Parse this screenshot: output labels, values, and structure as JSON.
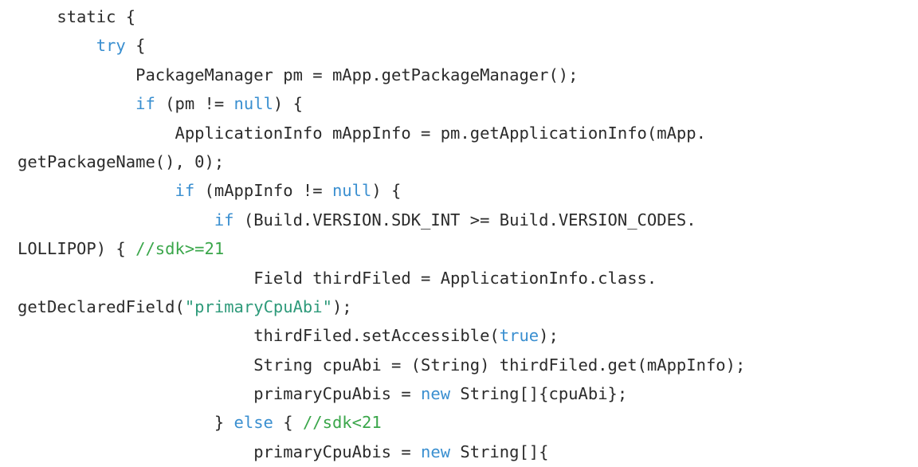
{
  "colors": {
    "text": "#2b2b2b",
    "keyword": "#3a8fd0",
    "string": "#2e9a7a",
    "comment": "#3aa64a",
    "background": "#ffffff"
  },
  "code_lines": [
    [
      {
        "t": "pl",
        "s": "    static {"
      }
    ],
    [
      {
        "t": "pl",
        "s": "        "
      },
      {
        "t": "kw",
        "s": "try"
      },
      {
        "t": "pl",
        "s": " {"
      }
    ],
    [
      {
        "t": "pl",
        "s": "            PackageManager pm = mApp.getPackageManager();"
      }
    ],
    [
      {
        "t": "pl",
        "s": "            "
      },
      {
        "t": "kw",
        "s": "if"
      },
      {
        "t": "pl",
        "s": " (pm != "
      },
      {
        "t": "kw",
        "s": "null"
      },
      {
        "t": "pl",
        "s": ") {"
      }
    ],
    [
      {
        "t": "pl",
        "s": "                ApplicationInfo mAppInfo = pm.getApplicationInfo(mApp."
      }
    ],
    [
      {
        "t": "pl",
        "s": "getPackageName(), 0);"
      }
    ],
    [
      {
        "t": "pl",
        "s": "                "
      },
      {
        "t": "kw",
        "s": "if"
      },
      {
        "t": "pl",
        "s": " (mAppInfo != "
      },
      {
        "t": "kw",
        "s": "null"
      },
      {
        "t": "pl",
        "s": ") {"
      }
    ],
    [
      {
        "t": "pl",
        "s": "                    "
      },
      {
        "t": "kw",
        "s": "if"
      },
      {
        "t": "pl",
        "s": " (Build.VERSION.SDK_INT >= Build.VERSION_CODES."
      }
    ],
    [
      {
        "t": "pl",
        "s": "LOLLIPOP) { "
      },
      {
        "t": "cm",
        "s": "//sdk>=21"
      }
    ],
    [
      {
        "t": "pl",
        "s": "                        Field thirdFiled = ApplicationInfo.class."
      }
    ],
    [
      {
        "t": "pl",
        "s": "getDeclaredField("
      },
      {
        "t": "str",
        "s": "\"primaryCpuAbi\""
      },
      {
        "t": "pl",
        "s": ");"
      }
    ],
    [
      {
        "t": "pl",
        "s": "                        thirdFiled.setAccessible("
      },
      {
        "t": "kw",
        "s": "true"
      },
      {
        "t": "pl",
        "s": ");"
      }
    ],
    [
      {
        "t": "pl",
        "s": "                        String cpuAbi = (String) thirdFiled.get(mAppInfo);"
      }
    ],
    [
      {
        "t": "pl",
        "s": "                        primaryCpuAbis = "
      },
      {
        "t": "kw",
        "s": "new"
      },
      {
        "t": "pl",
        "s": " String[]{cpuAbi};"
      }
    ],
    [
      {
        "t": "pl",
        "s": "                    } "
      },
      {
        "t": "kw",
        "s": "else"
      },
      {
        "t": "pl",
        "s": " { "
      },
      {
        "t": "cm",
        "s": "//sdk<21"
      }
    ],
    [
      {
        "t": "pl",
        "s": "                        primaryCpuAbis = "
      },
      {
        "t": "kw",
        "s": "new"
      },
      {
        "t": "pl",
        "s": " String[]{"
      }
    ]
  ]
}
